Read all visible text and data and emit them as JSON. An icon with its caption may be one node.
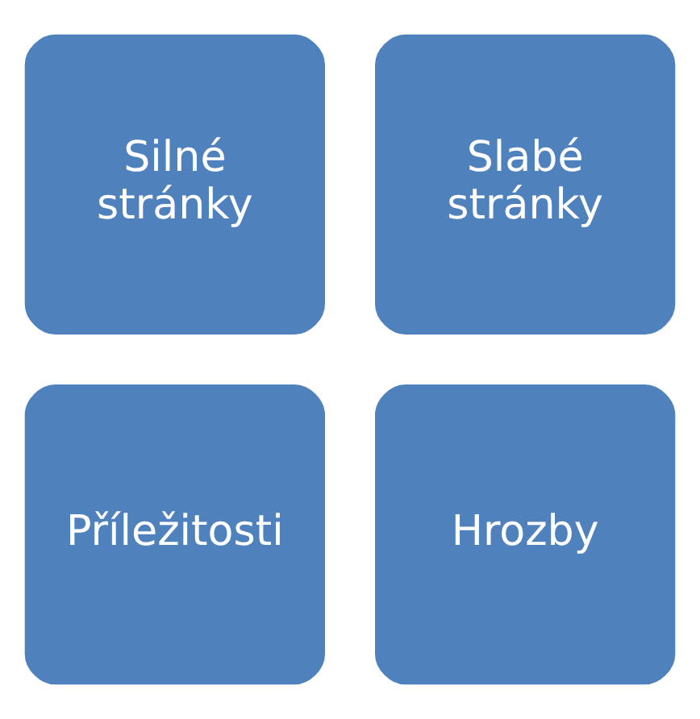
{
  "diagram": {
    "nodes": [
      {
        "text": [
          "Silné stránky"
        ]
      },
      {
        "text": [
          "Slabé stránky"
        ]
      },
      {
        "text": [
          "Příležitosti"
        ]
      },
      {
        "text": [
          "Hrozby"
        ]
      }
    ]
  }
}
